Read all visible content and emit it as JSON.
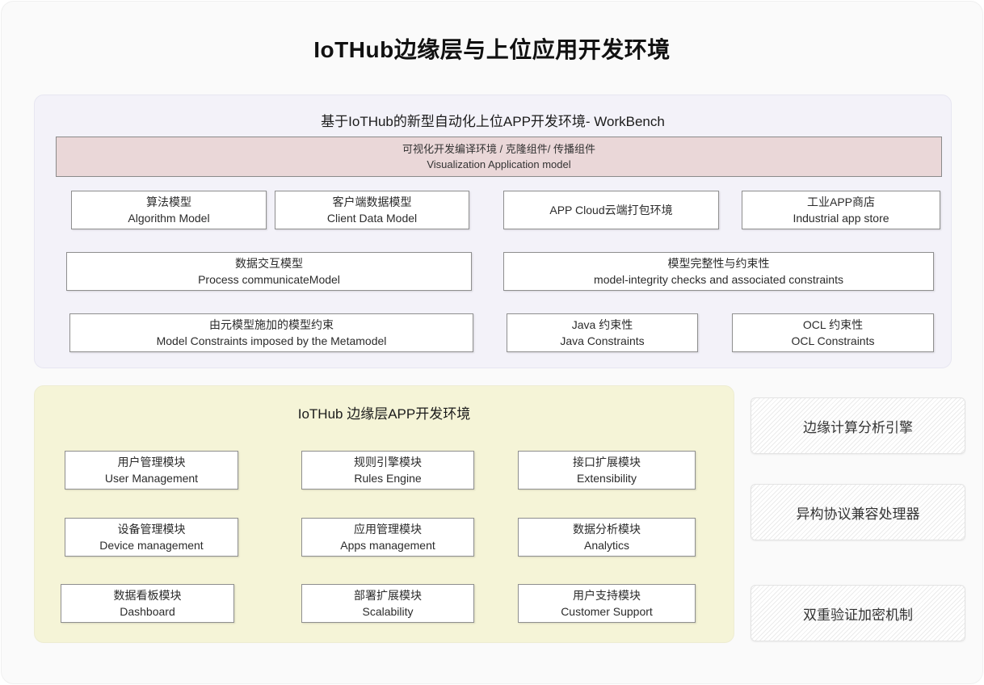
{
  "page": {
    "title": "IoTHub边缘层与上位应用开发环境"
  },
  "workbench": {
    "title": "基于IoTHub的新型自动化上位APP开发环境- WorkBench",
    "banner": {
      "line1": "可视化开发编译环境 / 克隆组件/ 传播组件",
      "line2": "Visualization Application model"
    },
    "boxes": [
      {
        "zh": "算法模型",
        "en": "Algorithm Model"
      },
      {
        "zh": "客户端数据模型",
        "en": "Client Data Model"
      },
      {
        "zh": "APP Cloud云端打包环境",
        "en": ""
      },
      {
        "zh": "工业APP商店",
        "en": "Industrial app store"
      },
      {
        "zh": "数据交互模型",
        "en": "Process communicateModel"
      },
      {
        "zh": "模型完整性与约束性",
        "en": "model-integrity checks and associated constraints"
      },
      {
        "zh": "由元模型施加的模型约束",
        "en": "Model Constraints imposed by the Metamodel"
      },
      {
        "zh": "Java 约束性",
        "en": "Java Constraints"
      },
      {
        "zh": "OCL 约束性",
        "en": "OCL Constraints"
      }
    ]
  },
  "edge": {
    "title": "IoTHub 边缘层APP开发环境",
    "modules": [
      {
        "zh": "用户管理模块",
        "en": "User Management"
      },
      {
        "zh": "规则引擎模块",
        "en": "Rules Engine"
      },
      {
        "zh": "接口扩展模块",
        "en": "Extensibility"
      },
      {
        "zh": "设备管理模块",
        "en": "Device management"
      },
      {
        "zh": "应用管理模块",
        "en": "Apps management"
      },
      {
        "zh": "数据分析模块",
        "en": "Analytics"
      },
      {
        "zh": "数据看板模块",
        "en": "Dashboard"
      },
      {
        "zh": "部署扩展模块",
        "en": "Scalability"
      },
      {
        "zh": "用户支持模块",
        "en": "Customer Support"
      }
    ]
  },
  "side": {
    "items": [
      {
        "label": "边缘计算分析引擎"
      },
      {
        "label": "异构协议兼容处理器"
      },
      {
        "label": "双重验证加密机制"
      }
    ]
  },
  "colors": {
    "workbench_bg": "#f3f2f9",
    "edge_bg": "#f5f4d7",
    "banner_bg": "#ead7d8",
    "node_border": "#8f8f8f",
    "card_bg": "#fafafa"
  }
}
